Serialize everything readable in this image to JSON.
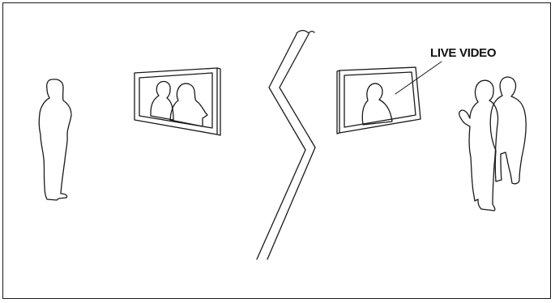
{
  "diagram": {
    "annotation_label": "LIVE VIDEO",
    "colors": {
      "line": "#1a1a1a",
      "background": "#ffffff"
    },
    "elements": [
      "person-left-silhouette",
      "display-screen-left",
      "wall-divider",
      "display-screen-right",
      "person-right-front-silhouette",
      "person-right-back-silhouette"
    ]
  }
}
